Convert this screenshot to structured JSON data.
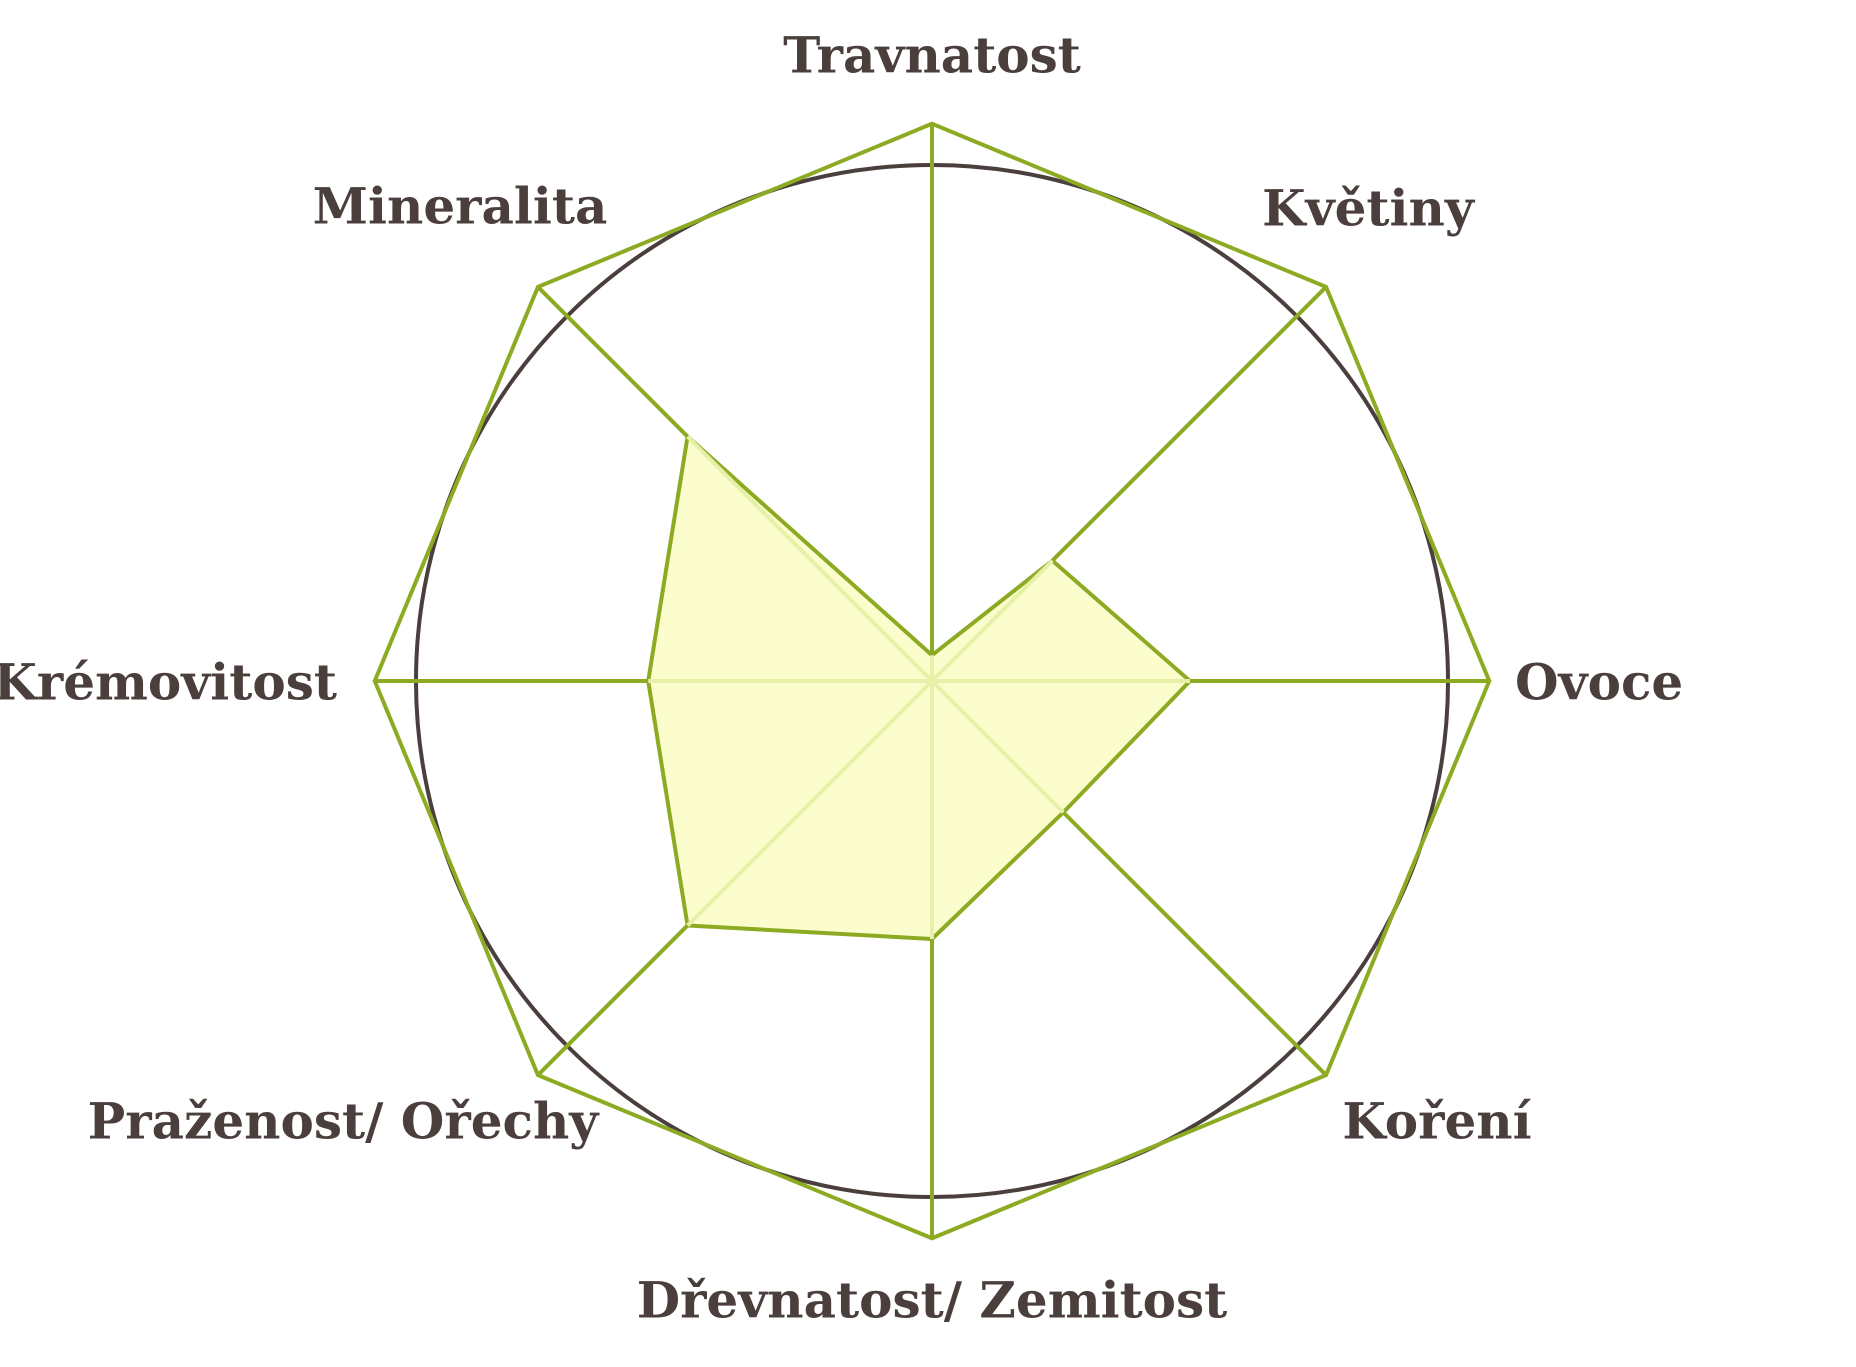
{
  "chart_data": {
    "type": "radar",
    "categories": [
      "Travnatost",
      "Květiny",
      "Ovoce",
      "Koření",
      "Dřevnatost/ Zemitost",
      "Praženost/ Ořechy",
      "Krémovitost",
      "Mineralita"
    ],
    "series": [
      {
        "values": [
          0.05,
          0.33,
          0.5,
          0.36,
          0.5,
          0.67,
          0.55,
          0.67
        ]
      }
    ],
    "range": [
      0,
      1
    ],
    "max_ring": 1.08,
    "grid": "circle",
    "legend": "none"
  },
  "colors": {
    "axis": "#8cab23",
    "fill": "#fbfdcd",
    "circle": "#4a3f3c",
    "label": "#4a3f3c",
    "inner_spokes": "#e6f0a8"
  }
}
